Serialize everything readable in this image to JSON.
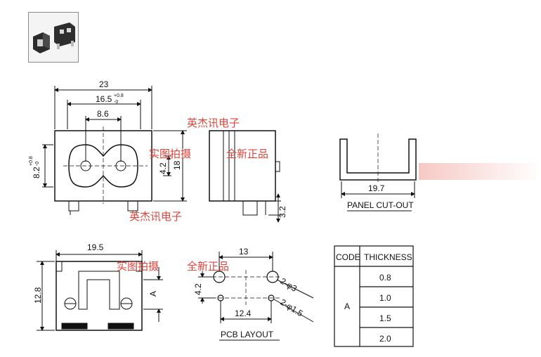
{
  "watermarks": {
    "brand_1": "英杰讯电子",
    "real_photo_1": "实图拍摄",
    "genuine_1": "全新正品",
    "brand_2": "英杰讯电子",
    "real_photo_2": "实图拍摄",
    "genuine_2": "全新正品"
  },
  "front_view": {
    "width": "23",
    "inner_width": "16.5",
    "inner_tol_plus": "+0.8",
    "inner_tol_minus": "-0",
    "pin_pitch": "8.6",
    "height_left": "8.2",
    "height_tol_plus": "+0.8",
    "height_tol_minus": "-0",
    "pin_dia": "4.2",
    "height": "18"
  },
  "side_view": {
    "pin_length": "3.2"
  },
  "panel_cutout": {
    "width": "19.7",
    "caption": "PANEL CUT-OUT"
  },
  "bottom_view": {
    "width": "19.5",
    "height": "12.8",
    "mark": "A"
  },
  "pcb_layout": {
    "top_width": "13",
    "spacing": "4.2",
    "bottom_width": "12.4",
    "hole_large": "2-φ3",
    "hole_small": "2-φ1.5",
    "caption": "PCB LAYOUT"
  },
  "thickness_table": {
    "header_code": "CODE",
    "header_thickness": "THICKNESS",
    "code": "A",
    "rows": [
      "0.8",
      "1.0",
      "1.5",
      "2.0"
    ]
  },
  "colors": {
    "line": "#111111",
    "watermark": "#e0443a"
  }
}
